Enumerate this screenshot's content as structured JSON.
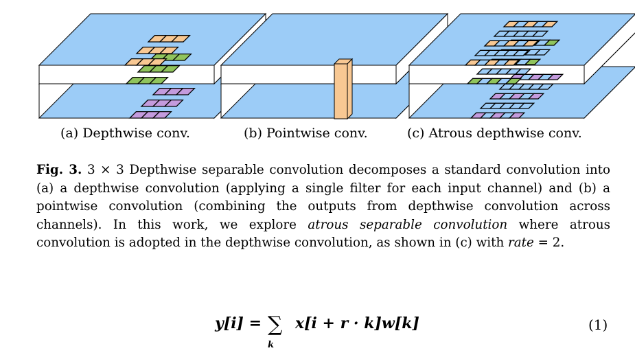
{
  "figure": {
    "colors": {
      "layer": "#9cccf7",
      "orange": "#f8c893",
      "green": "#90c45c",
      "purple": "#c49bdd",
      "blue_cell": "#9cccf7"
    },
    "subcaptions": {
      "a": "(a) Depthwise conv.",
      "b": "(b) Pointwise conv.",
      "c": "(c) Atrous depthwise conv."
    }
  },
  "caption": {
    "label": "Fig. 3.",
    "part1": "3 × 3 Depthwise separable convolution decomposes a standard convolution into (a) a depthwise convolution (applying a single filter for each input channel) and (b) a pointwise convolution (combining the outputs from depthwise convolution across channels). In this work, we explore ",
    "italic1": "atrous separable convolution",
    "part2": " where atrous convolution is adopted in the depthwise convolution, as shown in (c) with ",
    "italic2": "rate",
    "part3": " = 2."
  },
  "equation": {
    "lhs": "y[i] =",
    "sum_symbol": "∑",
    "sum_index": "k",
    "rhs": "x[i + r · k]w[k]",
    "number": "(1)"
  }
}
